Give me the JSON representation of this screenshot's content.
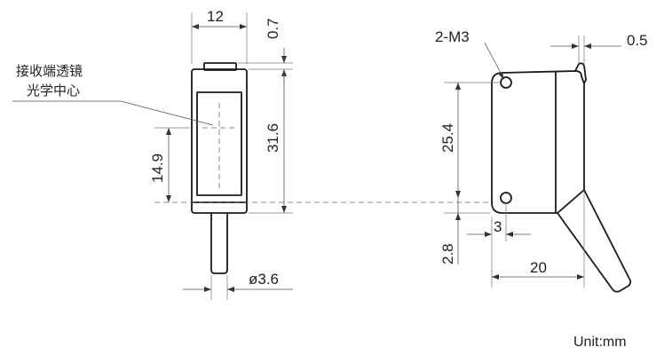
{
  "dimensions": {
    "front_width": "12",
    "front_top_gap": "0.7",
    "front_height": "31.6",
    "lens_height": "14.9",
    "cable_diameter": "ø3.6",
    "thread": "2-M3",
    "side_top_gap": "0.5",
    "hole_spacing": "25.4",
    "hole_offset": "3",
    "bottom_offset": "2.8",
    "side_depth": "20"
  },
  "annotation": {
    "line1": "接收端透镜",
    "line2": "光学中心"
  },
  "unit_label": "Unit:mm"
}
